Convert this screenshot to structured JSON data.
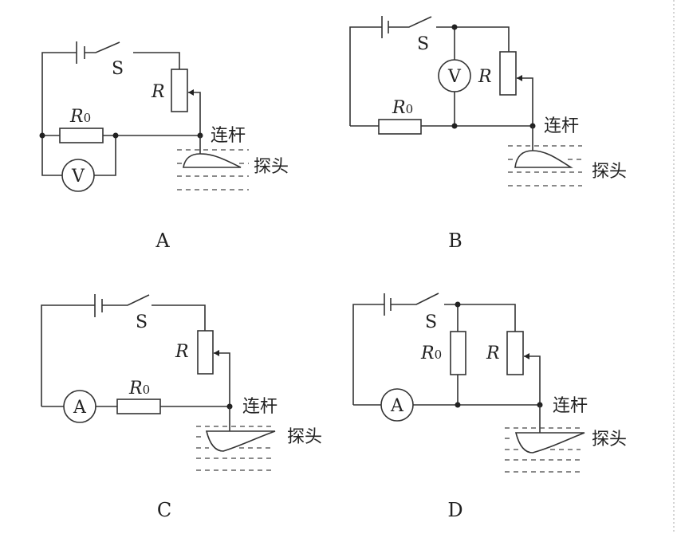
{
  "diagrams": [
    {
      "option": "A",
      "meter": "V",
      "switch_label": "S",
      "rheostat_label": "R",
      "fixed_resistor_label": "R",
      "fixed_resistor_sub": "0",
      "rod_label": "连杆",
      "probe_label": "探头",
      "description": "Voltmeter in parallel with R0; R0 in series with rheostat R; slider attached to probe rod"
    },
    {
      "option": "B",
      "meter": "V",
      "switch_label": "S",
      "rheostat_label": "R",
      "fixed_resistor_label": "R",
      "fixed_resistor_sub": "0",
      "rod_label": "连杆",
      "probe_label": "探头",
      "description": "Voltmeter in parallel with rheostat R; R0 in series"
    },
    {
      "option": "C",
      "meter": "A",
      "switch_label": "S",
      "rheostat_label": "R",
      "fixed_resistor_label": "R",
      "fixed_resistor_sub": "0",
      "rod_label": "连杆",
      "probe_label": "探头",
      "description": "Ammeter in series with R0 and rheostat R; probe curved downward"
    },
    {
      "option": "D",
      "meter": "A",
      "switch_label": "S",
      "rheostat_label": "R",
      "fixed_resistor_label": "R",
      "fixed_resistor_sub": "0",
      "rod_label": "连杆",
      "probe_label": "探头",
      "description": "R0 in parallel with rheostat R; ammeter in main line; probe curved downward"
    }
  ]
}
